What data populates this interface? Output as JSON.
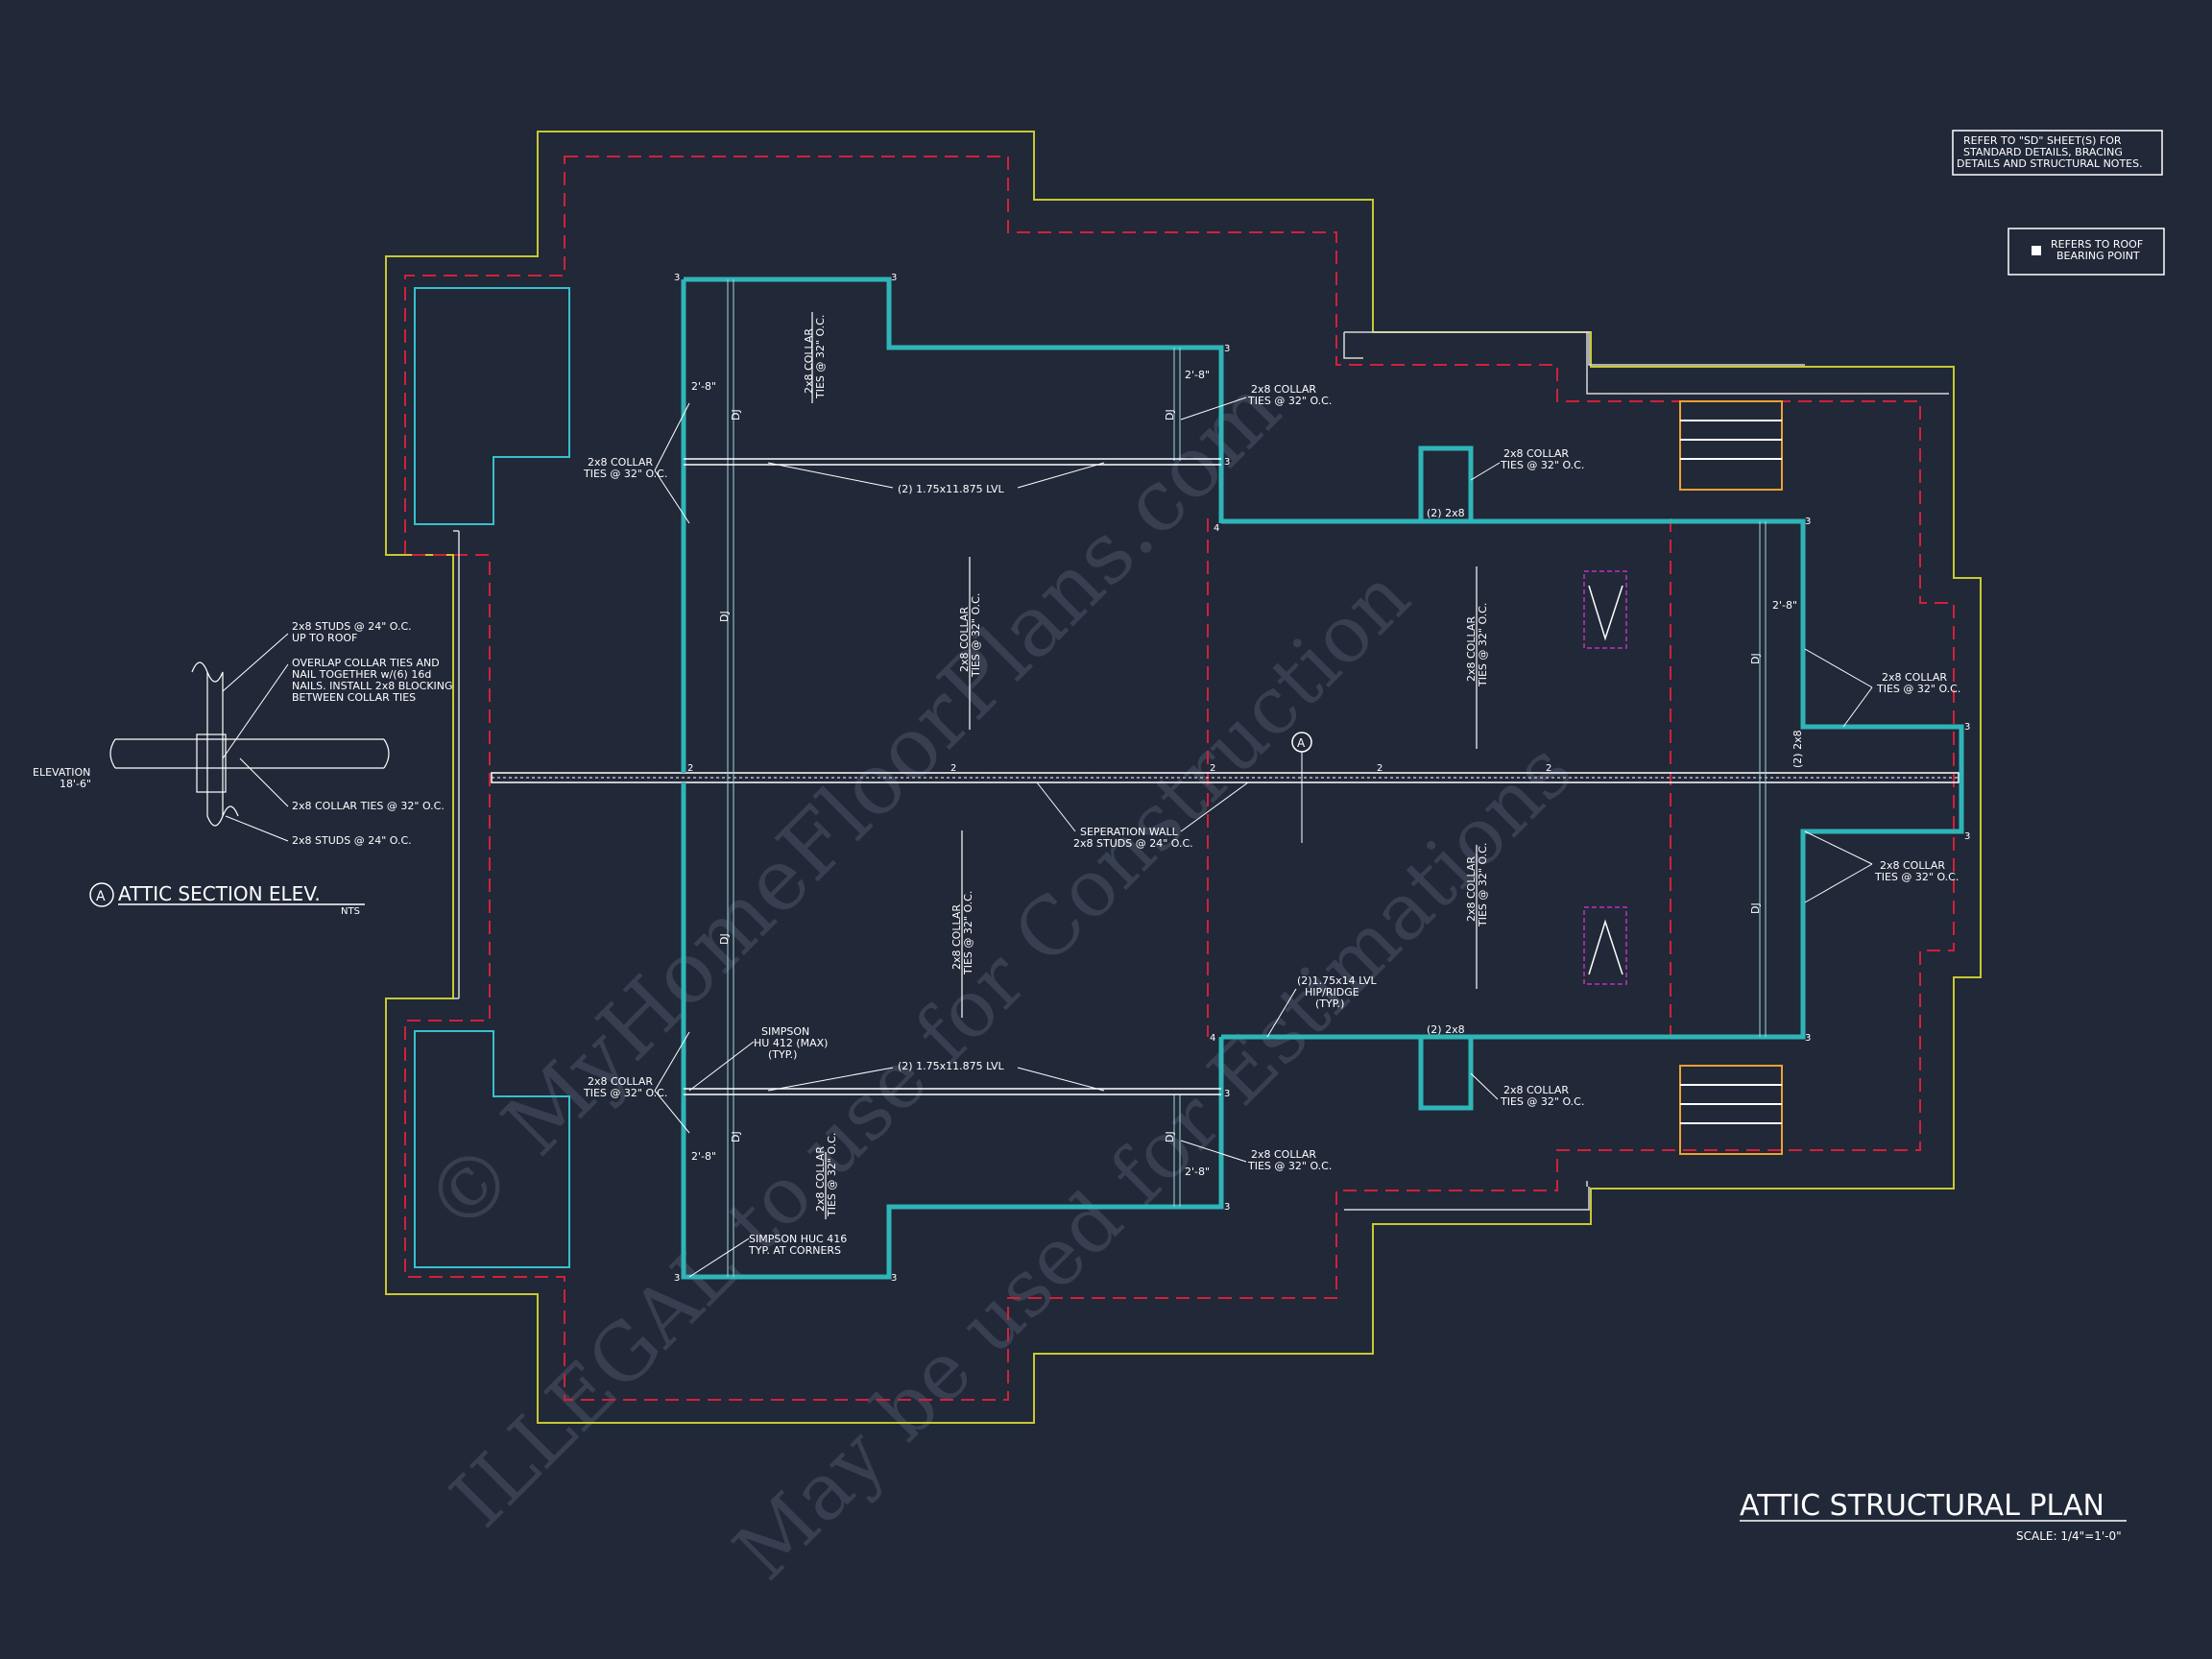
{
  "colors": {
    "background": "#212838",
    "bearing_wall": "#2fb5b8",
    "roof_outline": "#c8c832",
    "overhang_dashed": "#d0213a",
    "cyan_outline": "#36c0cc",
    "skylight": "#f0a030",
    "hatch_magenta": "#c030c0",
    "text": "#ffffff",
    "watermark": "#3a4254"
  },
  "title_block": {
    "title": "ATTIC STRUCTURAL PLAN",
    "scale": "SCALE: 1/4\"=1'-0\""
  },
  "notes": {
    "refer_line1": "REFER TO \"SD\" SHEET(S) FOR",
    "refer_line2": "STANDARD DETAILS, BRACING",
    "refer_line3": "DETAILS AND STRUCTURAL NOTES.",
    "legend_line1": "REFERS TO ROOF",
    "legend_line2": "BEARING POINT"
  },
  "section": {
    "title": "ATTIC SECTION ELEV.",
    "marker": "A",
    "nts": "NTS",
    "note1a": "2x8 STUDS @ 24\" O.C.",
    "note1b": "UP TO ROOF",
    "note2a": "OVERLAP COLLAR TIES AND",
    "note2b": "NAIL TOGETHER w/(6) 16d",
    "note2c": "NAILS. INSTALL 2x8 BLOCKING",
    "note2d": "BETWEEN COLLAR TIES",
    "elevation_label": "ELEVATION",
    "elevation_value": "18'-6\"",
    "collar_note": "2x8 COLLAR TIES @ 32\" O.C.",
    "studs_note": "2x8 STUDS @ 24\" O.C."
  },
  "labels": {
    "collar_a": "2x8 COLLAR",
    "collar_b": "TIES @ 32\" O.C.",
    "lvl_beam": "(2) 1.75x11.875 LVL",
    "sep_wall_a": "SEPERATION WALL",
    "sep_wall_b": "2x8 STUDS @ 24\" O.C.",
    "dim_28": "2'-8\"",
    "dj": "DJ",
    "two_2x8": "(2) 2x8",
    "hip_a": "(2)1.75x14 LVL",
    "hip_b": "HIP/RIDGE",
    "hip_c": "(TYP.)",
    "simpson1_a": "SIMPSON",
    "simpson1_b": "HU 412 (MAX)",
    "simpson1_c": "(TYP.)",
    "simpson2_a": "SIMPSON HUC 416",
    "simpson2_b": "TYP. AT CORNERS",
    "section_cut": "A",
    "pt2": "2",
    "pt3": "3",
    "pt4": "4"
  },
  "watermark": {
    "line1": "© MyHomeFloorPlans.com",
    "line2": "ILLEGAL to use for Construction",
    "line3": "May be used for Estimations"
  }
}
